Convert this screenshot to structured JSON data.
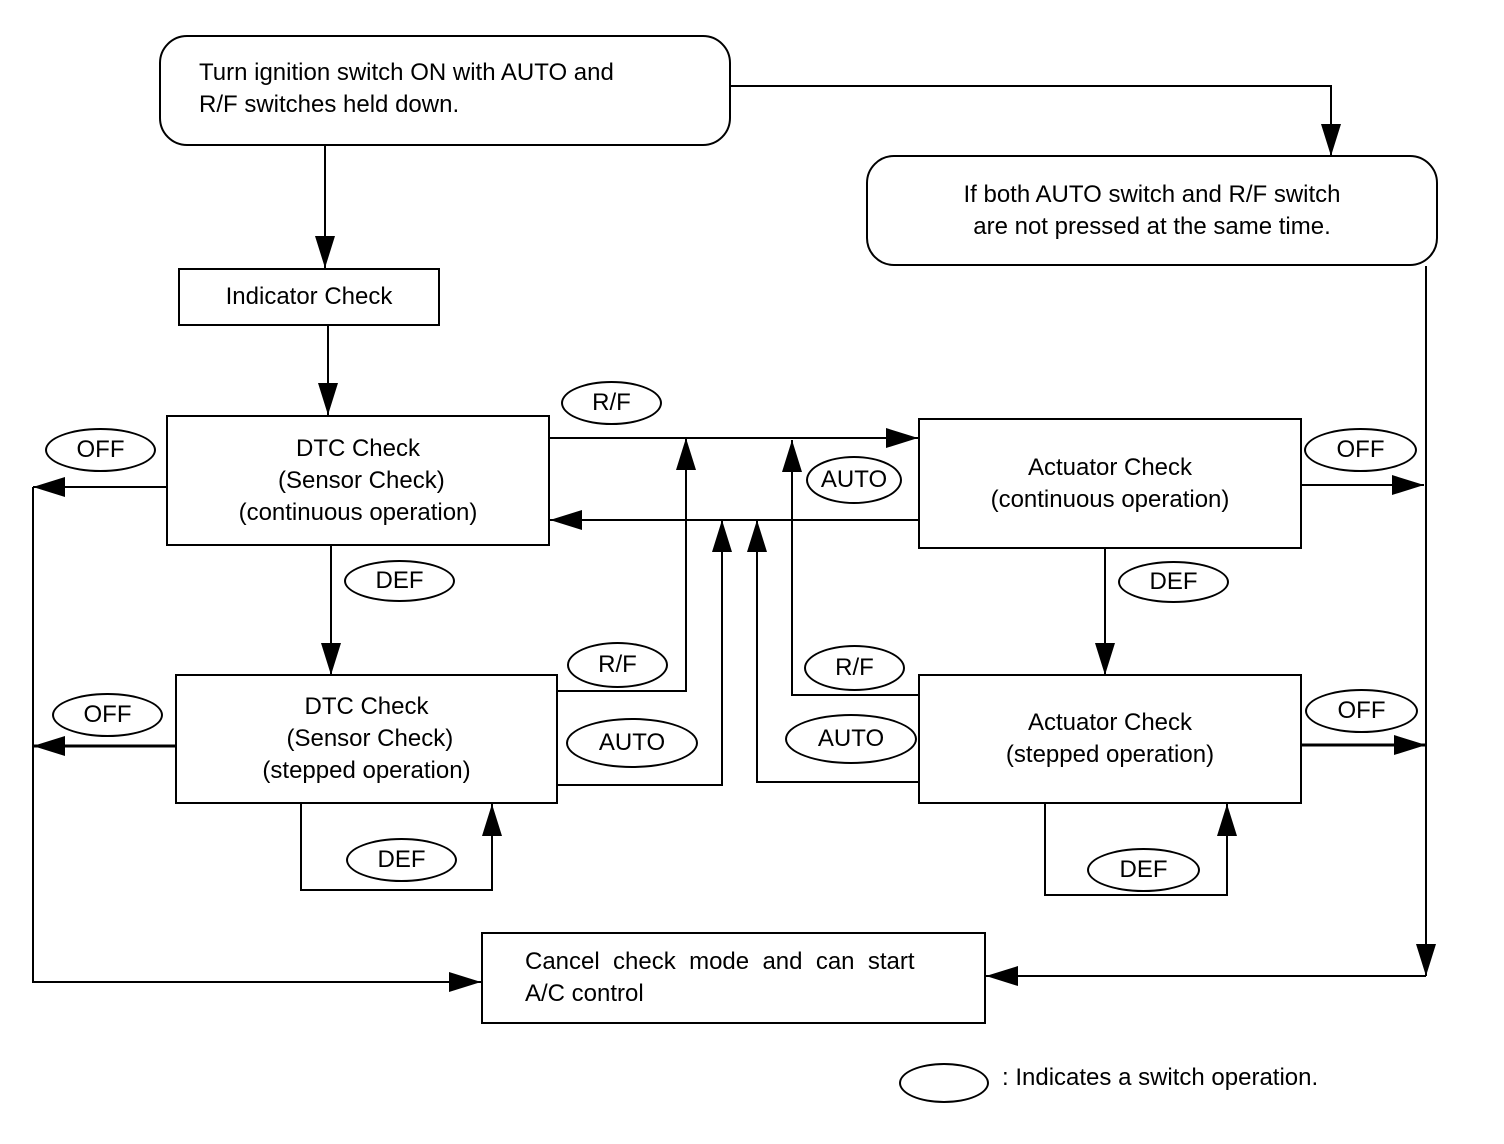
{
  "nodes": {
    "start": {
      "lines": [
        "Turn ignition switch ON with AUTO and",
        "R/F switches held down."
      ]
    },
    "not_pressed": {
      "lines": [
        "If both AUTO switch and R/F switch",
        "are not pressed at the same time."
      ]
    },
    "indicator": {
      "lines": [
        "Indicator Check"
      ]
    },
    "dtc_continuous": {
      "lines": [
        "DTC Check",
        " (Sensor Check)",
        "(continuous operation)"
      ]
    },
    "dtc_stepped": {
      "lines": [
        "DTC Check",
        " (Sensor Check)",
        "(stepped operation)"
      ]
    },
    "actuator_continuous": {
      "lines": [
        "Actuator Check",
        "(continuous operation)"
      ]
    },
    "actuator_stepped": {
      "lines": [
        "Actuator Check",
        "(stepped operation)"
      ]
    },
    "cancel": {
      "lines": [
        "Cancel  check  mode  and  can  start",
        "A/C control"
      ]
    }
  },
  "switches": {
    "off_dtc_cont": "OFF",
    "rf_top": "R/F",
    "auto_top": "AUTO",
    "off_act_cont": "OFF",
    "def_dtc": "DEF",
    "def_act": "DEF",
    "rf_dtc_step": "R/F",
    "auto_dtc_step": "AUTO",
    "rf_act_step": "R/F",
    "auto_act_step": "AUTO",
    "off_dtc_step": "OFF",
    "off_act_step": "OFF",
    "def_dtc_loop": "DEF",
    "def_act_loop": "DEF"
  },
  "legend": {
    "text": ": Indicates a switch operation."
  }
}
